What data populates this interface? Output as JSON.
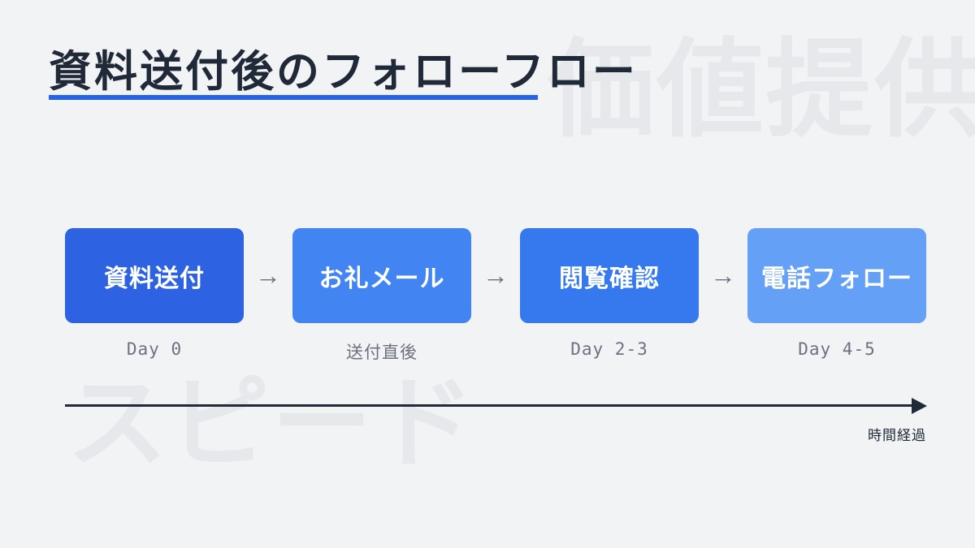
{
  "slide": {
    "title": "資料送付後のフォローフロー",
    "background_color": "#f2f3f5",
    "accent_color": "#2563eb",
    "title_color": "#1f2937",
    "watermark_top_right": "価値提供",
    "watermark_bottom_left": "スピード",
    "watermark_color": "#e6e8ec"
  },
  "flow": {
    "arrow": "→",
    "arrow_color": "#6b7280",
    "steps": [
      {
        "label": "資料送付",
        "timing": "Day 0",
        "color": "#2d62e2"
      },
      {
        "label": "お礼メール",
        "timing": "送付直後",
        "color": "#4384f3"
      },
      {
        "label": "閲覧確認",
        "timing": "Day 2-3",
        "color": "#3679ef"
      },
      {
        "label": "電話フォロー",
        "timing": "Day 4-5",
        "color": "#64a0f6"
      }
    ]
  },
  "timeline": {
    "label": "時間経過",
    "color": "#1f2937"
  }
}
